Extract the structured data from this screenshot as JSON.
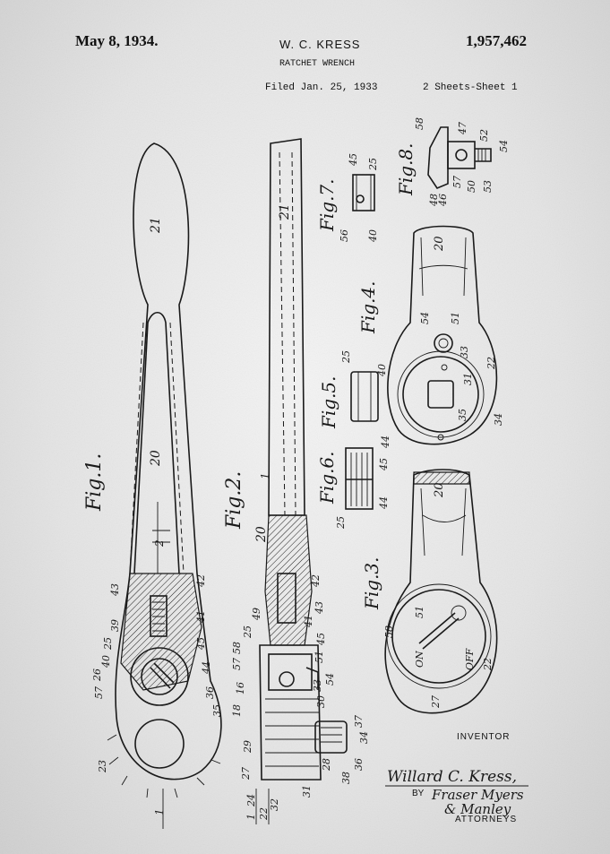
{
  "header": {
    "date": "May 8, 1934.",
    "inventor_name": "W. C. KRESS",
    "patent_number": "1,957,462",
    "title": "RATCHET WRENCH",
    "filed": "Filed Jan. 25, 1933",
    "sheets": "2 Sheets-Sheet 1"
  },
  "figures": {
    "fig1": "Fig.1.",
    "fig2": "Fig.2.",
    "fig3": "Fig.3.",
    "fig4": "Fig.4.",
    "fig5": "Fig.5.",
    "fig6": "Fig.6.",
    "fig7": "Fig.7.",
    "fig8": "Fig.8."
  },
  "signatures": {
    "inventor_label": "INVENTOR",
    "inventor_signature": "Willard C. Kress,",
    "by_label": "BY",
    "attorneys_signature_1": "Fraser Myers",
    "attorneys_signature_2": "& Manley",
    "attorneys_label": "ATTORNEYS"
  },
  "reference_numerals": {
    "n21": "21",
    "n20": "20",
    "n2": "2",
    "n43": "43",
    "n42": "42",
    "n39": "39",
    "n25": "25",
    "n40": "40",
    "n26": "26",
    "n57": "57",
    "n41": "41",
    "n45": "45",
    "n44": "44",
    "n36": "36",
    "n35": "35",
    "n23": "23",
    "n1": "1",
    "n49": "49",
    "n58": "58",
    "n16": "16",
    "n18": "18",
    "n27": "27",
    "n29": "29",
    "n24": "24",
    "n22": "22",
    "n32": "32",
    "n31": "31",
    "n28": "28",
    "n37": "37",
    "n34": "34",
    "n38": "38",
    "n30": "30",
    "n33": "33",
    "n54": "54",
    "n51": "51",
    "n47": "47",
    "n52": "52",
    "n53": "53",
    "n50": "50",
    "n46": "46",
    "n56": "56",
    "n48": "48"
  }
}
